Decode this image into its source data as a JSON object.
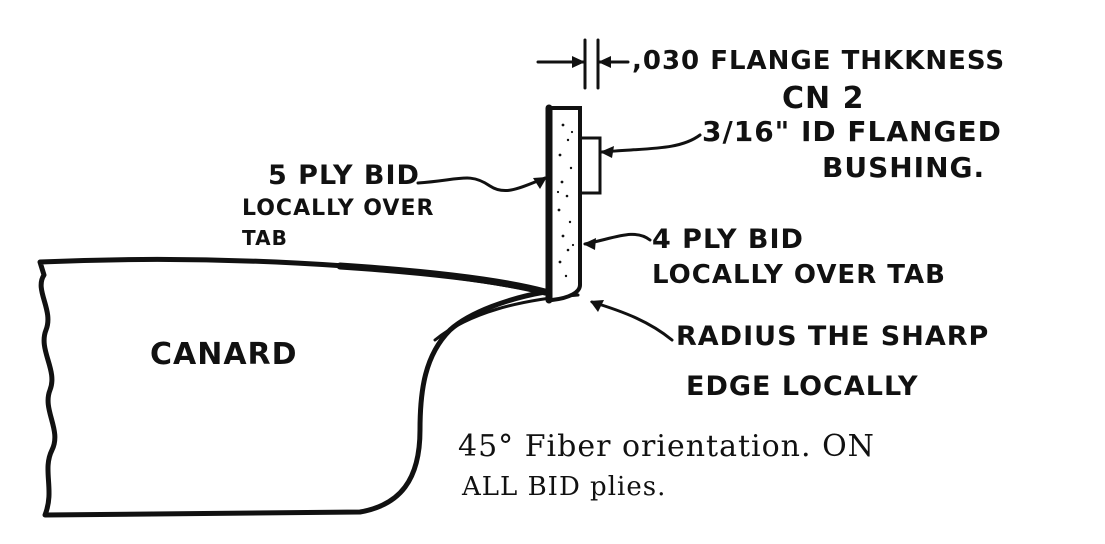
{
  "labels": {
    "flange_thickness": ",030 FLANGE THKKNESS",
    "cn2": "CN 2",
    "bushing_line1": "3/16\" ID FLANGED",
    "bushing_line2": "BUSHING.",
    "five_ply_line1": "5 PLY BID",
    "five_ply_line2": "LOCALLY OVER",
    "five_ply_line3": "TAB",
    "four_ply_line1": "4 PLY BID",
    "four_ply_line2": "LOCALLY OVER TAB",
    "radius_line1": "RADIUS THE SHARP",
    "radius_line2": "EDGE LOCALLY",
    "canard": "CANARD",
    "fiber_line1": "45° Fiber orientation. ON",
    "fiber_line2": "ALL BID plies."
  },
  "colors": {
    "ink": "#111111",
    "paper": "#ffffff"
  }
}
